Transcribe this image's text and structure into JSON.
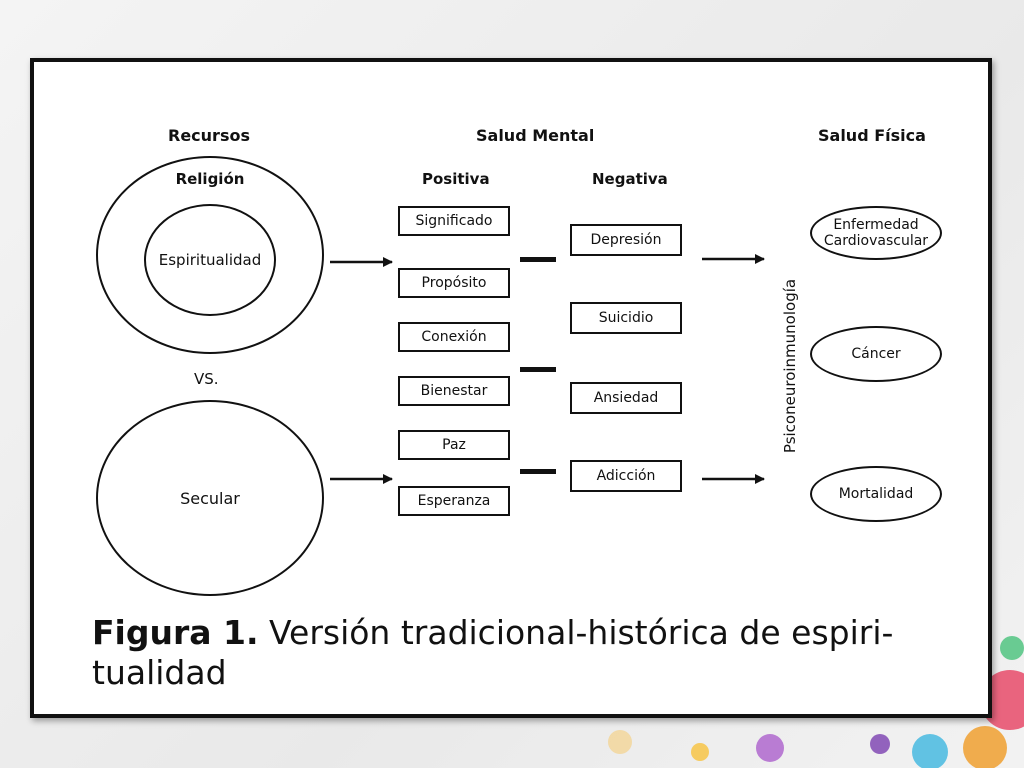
{
  "headers": {
    "resources": "Recursos",
    "mental_health": "Salud Mental",
    "physical_health": "Salud Física"
  },
  "subheaders": {
    "religion": "Religión",
    "positive": "Positiva",
    "negative": "Negativa"
  },
  "circles": {
    "spirituality": "Espiritualidad",
    "versus": "VS.",
    "secular": "Secular"
  },
  "positive_items": [
    "Significado",
    "Propósito",
    "Conexión",
    "Bienestar",
    "Paz",
    "Esperanza"
  ],
  "negative_items": [
    "Depresión",
    "Suicidio",
    "Ansiedad",
    "Adicción"
  ],
  "mediator": "Psiconeuroinmunología",
  "outcomes": [
    "Enfermedad Cardiovascular",
    "Cáncer",
    "Mortalidad"
  ],
  "caption": {
    "label": "Figura 1.",
    "text": "Versión tradicional-histórica de espiri-tualidad"
  }
}
